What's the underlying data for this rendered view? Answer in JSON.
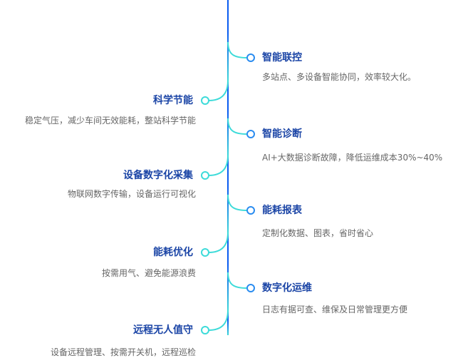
{
  "colors": {
    "line_top": "#0a5cf0",
    "line_cyan": "#3ddbd9",
    "title": "#1b45a6",
    "desc": "#666666",
    "node_right": "#2a8cf0",
    "node_left": "#3ddbd9"
  },
  "right_items": [
    {
      "title": "智能联控",
      "desc": "多站点、多设备智能协同，效率较大化。"
    },
    {
      "title": "智能诊断",
      "desc": "AI+大数据诊断故障，降低运维成本30%~40%"
    },
    {
      "title": "能耗报表",
      "desc": "定制化数据、图表，省时省心"
    },
    {
      "title": "数字化运维",
      "desc": "日志有据可查、维保及日常管理更方便"
    }
  ],
  "left_items": [
    {
      "title": "科学节能",
      "desc": "稳定气压，减少车间无效能耗，整站科学节能"
    },
    {
      "title": "设备数字化采集",
      "desc": "物联网数字传输，设备运行可视化"
    },
    {
      "title": "能耗优化",
      "desc": "按需用气、避免能源浪费"
    },
    {
      "title": "远程无人值守",
      "desc": "设备远程管理、按需开关机，远程巡检"
    }
  ]
}
